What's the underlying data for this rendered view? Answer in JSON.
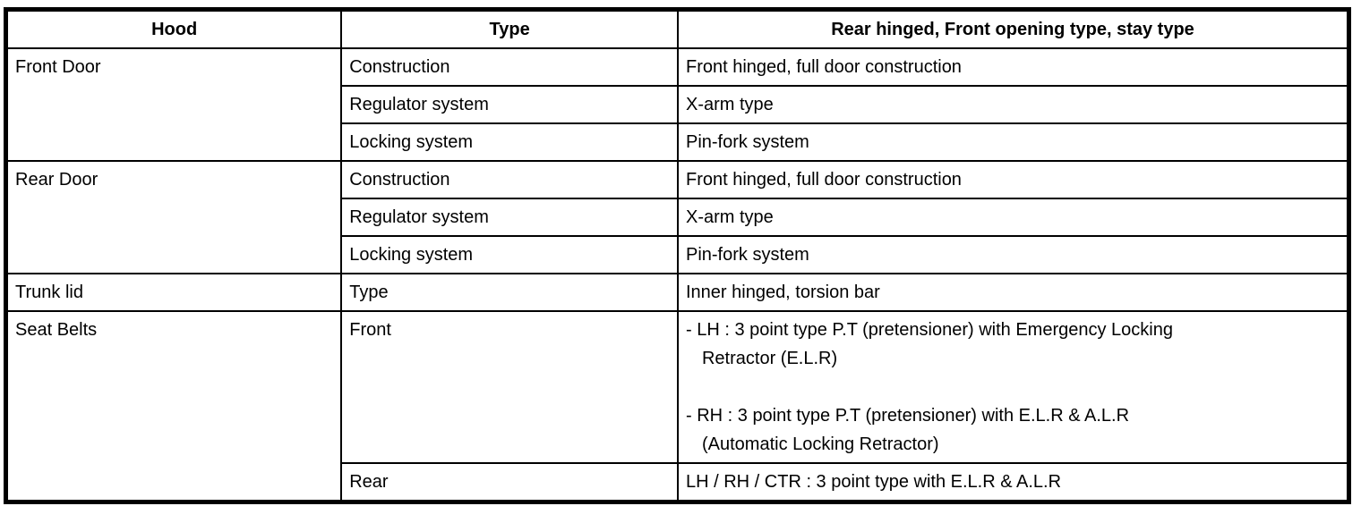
{
  "page": {
    "background": "#ffffff",
    "border_color": "#000000",
    "text_color": "#000000"
  },
  "table": {
    "header": {
      "hood": "Hood",
      "type": "Type",
      "value": "Rear hinged, Front opening type, stay type"
    },
    "front_door": {
      "label": "Front Door",
      "rows": [
        {
          "type": "Construction",
          "value": "Front hinged, full door construction"
        },
        {
          "type": "Regulator system",
          "value": "X-arm type"
        },
        {
          "type": "Locking system",
          "value": "Pin-fork system"
        }
      ]
    },
    "rear_door": {
      "label": "Rear Door",
      "rows": [
        {
          "type": "Construction",
          "value": "Front hinged, full door construction"
        },
        {
          "type": "Regulator system",
          "value": "X-arm type"
        },
        {
          "type": "Locking system",
          "value": "Pin-fork system"
        }
      ]
    },
    "trunk_lid": {
      "label": "Trunk lid",
      "type": "Type",
      "value": "Inner hinged, torsion bar"
    },
    "seat_belts": {
      "label": "Seat Belts",
      "front": {
        "type": "Front",
        "items": [
          {
            "line1": "- LH : 3 point type P.T (pretensioner) with Emergency Locking",
            "line2": "Retractor (E.L.R)"
          },
          {
            "line1": "- RH : 3 point type P.T (pretensioner) with E.L.R & A.L.R",
            "line2": "(Automatic Locking Retractor)"
          }
        ]
      },
      "rear": {
        "type": "Rear",
        "value": "LH / RH / CTR : 3 point type with E.L.R & A.L.R"
      }
    }
  }
}
